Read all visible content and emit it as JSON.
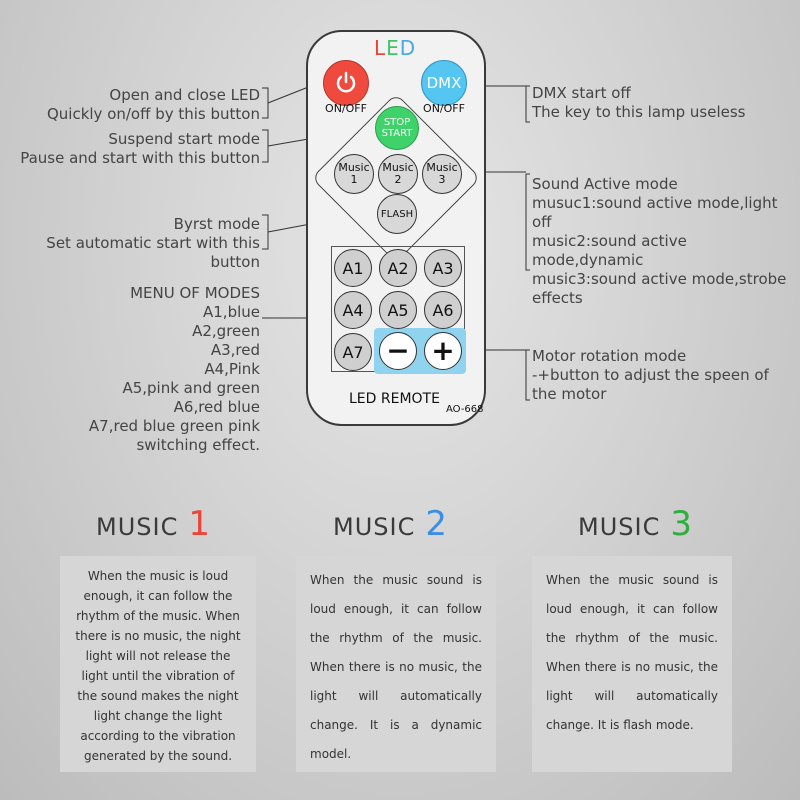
{
  "remote": {
    "title_letters": [
      {
        "char": "L",
        "color": "#e8463b"
      },
      {
        "char": "E",
        "color": "#3fc46a"
      },
      {
        "char": "D",
        "color": "#4aa8e6"
      }
    ],
    "power_caption": "ON/OFF",
    "dmx_label": "DMX",
    "dmx_caption": "ON/OFF",
    "stop_label_1": "STOP",
    "stop_label_2": "START",
    "music_buttons": [
      {
        "line1": "Music",
        "line2": "1"
      },
      {
        "line1": "Music",
        "line2": "2"
      },
      {
        "line1": "Music",
        "line2": "3"
      }
    ],
    "flash_label": "FLASH",
    "modes": [
      "A1",
      "A2",
      "A3",
      "A4",
      "A5",
      "A6",
      "A7"
    ],
    "minus_label": "−",
    "plus_label": "+",
    "name": "LED REMOTE",
    "model": "AO-668"
  },
  "annotations": {
    "power": [
      "Open and close LED",
      "Quickly on/off by this button"
    ],
    "dmx": [
      "DMX start off",
      "The key to this lamp useless"
    ],
    "stop": [
      "Suspend start mode",
      "Pause and start with this button"
    ],
    "sound": [
      "Sound Active mode",
      "musuc1:sound active mode,light off",
      "music2:sound active mode,dynamic",
      "music3:sound active mode,strobe",
      "effects"
    ],
    "flash": [
      "Byrst mode",
      "Set automatic start with this button"
    ],
    "menu": [
      "MENU OF MODES",
      "A1,blue",
      "A2,green",
      "A3,red",
      "A4,Pink",
      "A5,pink and green",
      "A6,red blue",
      "A7,red blue green pink",
      "switching effect."
    ],
    "motor": [
      "Motor rotation mode",
      "-+button to adjust the speen of",
      "the motor"
    ]
  },
  "music_sections": [
    {
      "label": "MUSIC",
      "number": "1",
      "number_color": "#e8463b",
      "text": "When the music is loud enough, it can follow the rhythm of the music. When there is no music, the night light will not release the light until the vibration of the sound makes the night light change the light according to the vibration generated by the sound."
    },
    {
      "label": "MUSIC",
      "number": "2",
      "number_color": "#3a8ee6",
      "text": "When the music sound is loud enough, it can follow the rhythm of the music. When there is no music, the light will automatically change. It is a dynamic model."
    },
    {
      "label": "MUSIC",
      "number": "3",
      "number_color": "#2eae3e",
      "text": "When the music sound is loud enough, it can follow the rhythm of the music. When there is no music, the light will automatically change. It is flash mode."
    }
  ]
}
